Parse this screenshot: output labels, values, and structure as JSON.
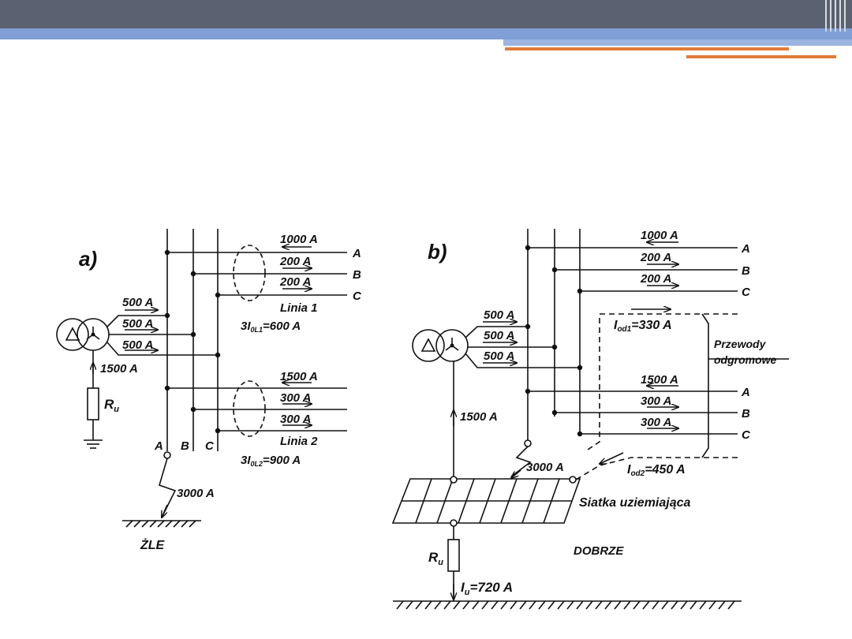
{
  "panel_a": {
    "title": "a)",
    "lines1": [
      {
        "current": "1000 A",
        "phase": "A"
      },
      {
        "current": "200 A",
        "phase": "B"
      },
      {
        "current": "200 A",
        "phase": "C"
      }
    ],
    "line1_name": "Linia 1",
    "line1_sum": "3I",
    "line1_sum_sub": "0L1",
    "line1_sum_val": "=600 A",
    "source_currents": [
      "500 A",
      "500 A",
      "500 A"
    ],
    "neutral_current": "1500 A",
    "resistor": "R",
    "resistor_sub": "u",
    "lines2": [
      "1500 A",
      "300 A",
      "300 A"
    ],
    "line2_name": "Linia 2",
    "line2_sum": "3I",
    "line2_sum_sub": "0L2",
    "line2_sum_val": "=900 A",
    "bus_labels": [
      "A",
      "B",
      "C"
    ],
    "fault_current": "3000 A",
    "verdict": "ŻLE"
  },
  "panel_b": {
    "title": "b)",
    "lines1": [
      {
        "current": "1000 A",
        "phase": "A"
      },
      {
        "current": "200 A",
        "phase": "B"
      },
      {
        "current": "200 A",
        "phase": "C"
      }
    ],
    "source_currents": [
      "500 A",
      "500 A",
      "500 A"
    ],
    "iod1": "I",
    "iod1_sub": "od1",
    "iod1_val": "=330 A",
    "ground_wires": [
      "Przewody",
      "odgromowe"
    ],
    "lines2": [
      {
        "current": "1500 A",
        "phase": "A"
      },
      {
        "current": "300 A",
        "phase": "B"
      },
      {
        "current": "300 A",
        "phase": "C"
      }
    ],
    "neutral_current": "1500 A",
    "fault_current": "3000 A",
    "iod2": "I",
    "iod2_sub": "od2",
    "iod2_val": "=450 A",
    "grid_label": "Siatka uziemiająca",
    "resistor": "R",
    "resistor_sub": "u",
    "iu": "I",
    "iu_sub": "u",
    "iu_val": "=720 A",
    "verdict": "DOBRZE"
  }
}
